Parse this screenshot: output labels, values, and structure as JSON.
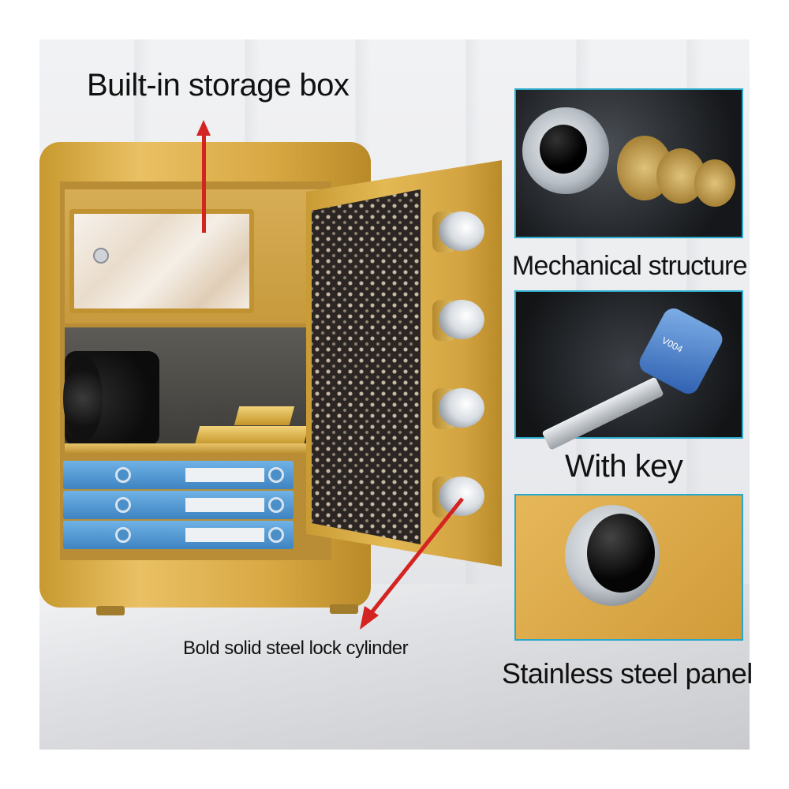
{
  "labels": {
    "built_in": "Built-in storage box",
    "bold_cylinder": "Bold solid steel lock cylinder",
    "mechanical": "Mechanical structure",
    "with_key": "With key",
    "stainless": "Stainless steel panel"
  },
  "key_tag": "V004",
  "colors": {
    "safe_gold": "#d8a843",
    "panel_border": "#2aa8c9",
    "arrow_red": "#d42421",
    "binder_blue": "#4a90cf"
  },
  "icons": [
    "lens",
    "gold-bar",
    "binder",
    "combination-dial",
    "key",
    "lock-cylinder"
  ]
}
